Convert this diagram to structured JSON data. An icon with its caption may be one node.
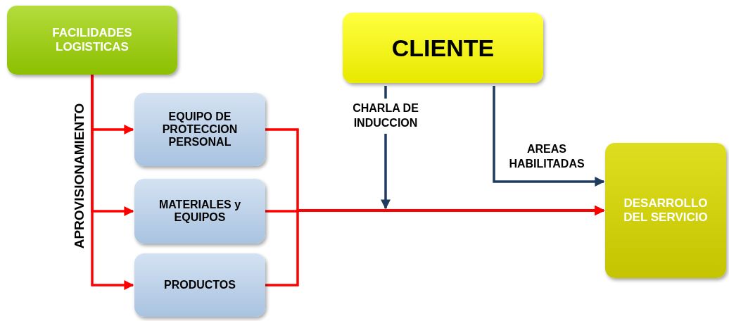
{
  "diagram": {
    "nodes": [
      {
        "text": [
          "FACILIDADES LOGISTICAS"
        ]
      },
      {
        "text": [
          "CLIENTE"
        ]
      },
      {
        "text": [
          "EQUIPO DE PROTECCION PERSONAL"
        ]
      },
      {
        "text": [
          "MATERIALES y EQUIPOS"
        ]
      },
      {
        "text": [
          "PRODUCTOS"
        ]
      },
      {
        "text": [
          "DESARROLLO DEL SERVICIO"
        ]
      }
    ],
    "edges": [
      {
        "from": 0,
        "to": 2,
        "arrow": "to"
      },
      {
        "from": 0,
        "to": 3,
        "arrow": "to"
      },
      {
        "from": 0,
        "to": 4,
        "arrow": "to"
      },
      {
        "from": 2,
        "to": 5,
        "arrow": "to"
      },
      {
        "from": 3,
        "to": 5,
        "arrow": "to"
      },
      {
        "from": 4,
        "to": 5,
        "arrow": "to"
      },
      {
        "from": 1,
        "to": null,
        "label": "CHARLA DE INDUCCION",
        "arrow": "to",
        "color": "#1f3b5e"
      },
      {
        "from": 1,
        "to": 5,
        "label": "AREAS HABILITADAS",
        "arrow": "to",
        "color": "#1f3b5e"
      }
    ],
    "labels": [
      "APROVISIONAMIENTO"
    ]
  }
}
